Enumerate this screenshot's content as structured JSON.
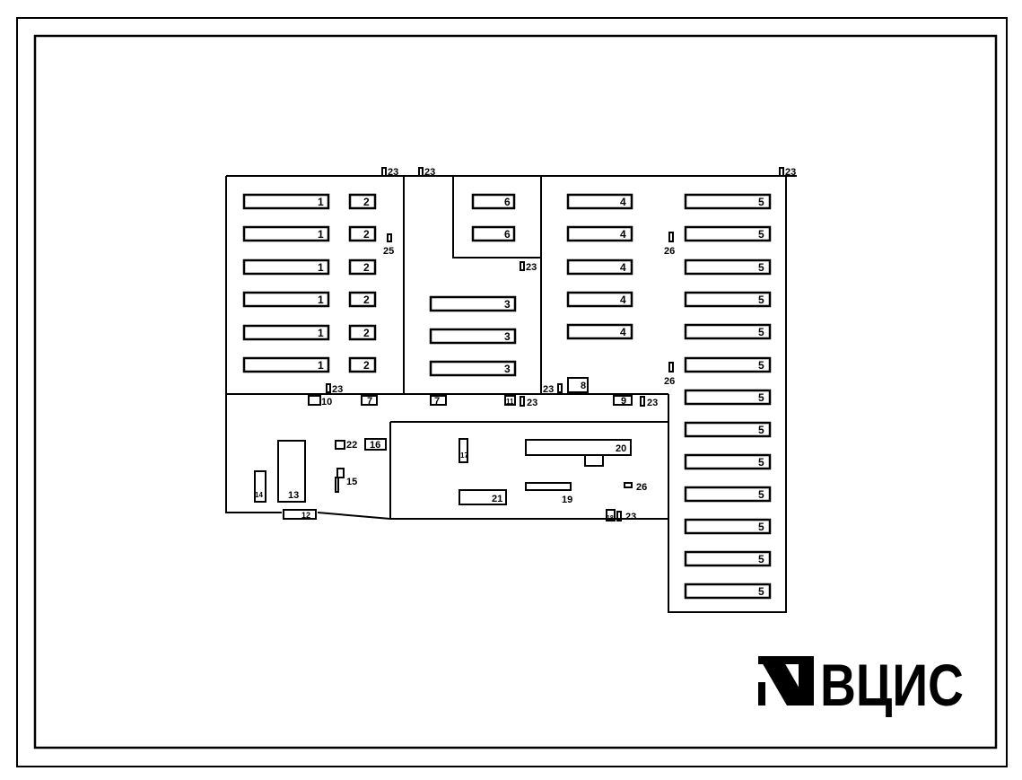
{
  "diagram": {
    "numbers": {
      "n1": "1",
      "n2": "2",
      "n3": "3",
      "n4": "4",
      "n5": "5",
      "n6": "6",
      "n7": "7",
      "n8": "8",
      "n9": "9",
      "n10": "10",
      "n11": "11",
      "n12": "12",
      "n13": "13",
      "n14": "14",
      "n15": "15",
      "n16": "16",
      "n17": "17",
      "n18": "18",
      "n19": "19",
      "n20": "20",
      "n21": "21",
      "n22": "22",
      "n23": "23",
      "n25": "25",
      "n26": "26"
    },
    "logo_text": "ВЦИС"
  }
}
